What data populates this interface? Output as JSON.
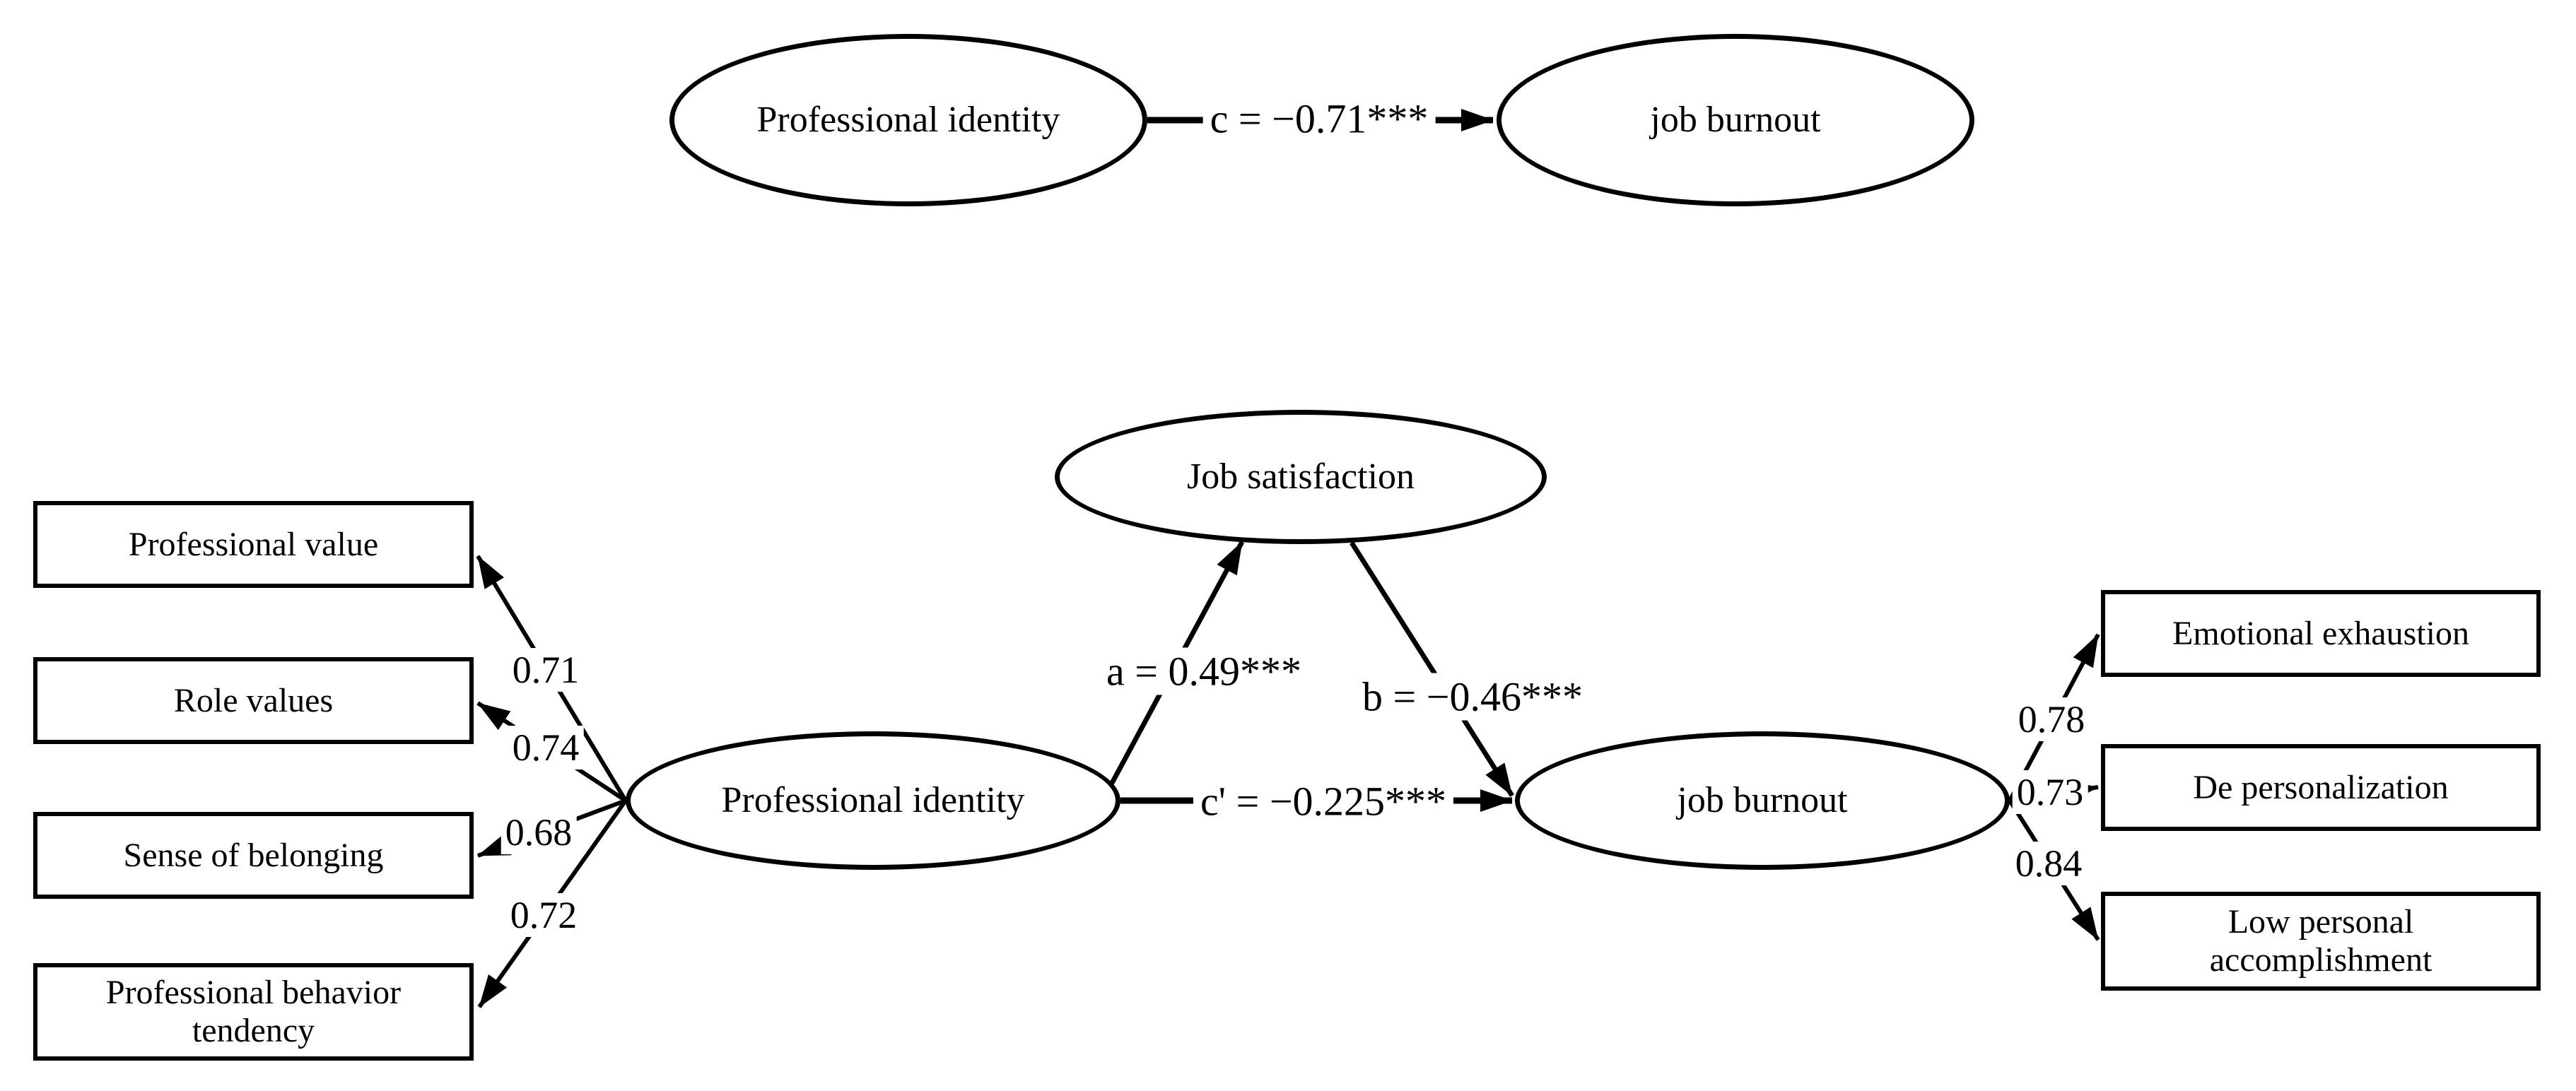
{
  "colors": {
    "ink": "#000000",
    "background": "#ffffff"
  },
  "top_model": {
    "predictor_ellipse": "Professional identity",
    "outcome_ellipse": "job burnout",
    "path_c_label": "c = −0.71***"
  },
  "mediation_model": {
    "mediator_ellipse": "Job satisfaction",
    "predictor_ellipse": "Professional identity",
    "outcome_ellipse": "job burnout",
    "path_a_label": "a = 0.49***",
    "path_b_label": "b = −0.46***",
    "path_c_prime_label": "c' = −0.225***",
    "predictor_indicators": [
      {
        "label": "Professional value",
        "loading": "0.71"
      },
      {
        "label": "Role values",
        "loading": "0.74"
      },
      {
        "label": "Sense of belonging",
        "loading": "0.68"
      },
      {
        "label": "Professional behavior tendency",
        "loading": "0.72"
      }
    ],
    "outcome_indicators": [
      {
        "label": "Emotional exhaustion",
        "loading": "0.78"
      },
      {
        "label": "De personalization",
        "loading": "0.73"
      },
      {
        "label": "Low personal accomplishment",
        "loading": "0.84"
      }
    ]
  }
}
